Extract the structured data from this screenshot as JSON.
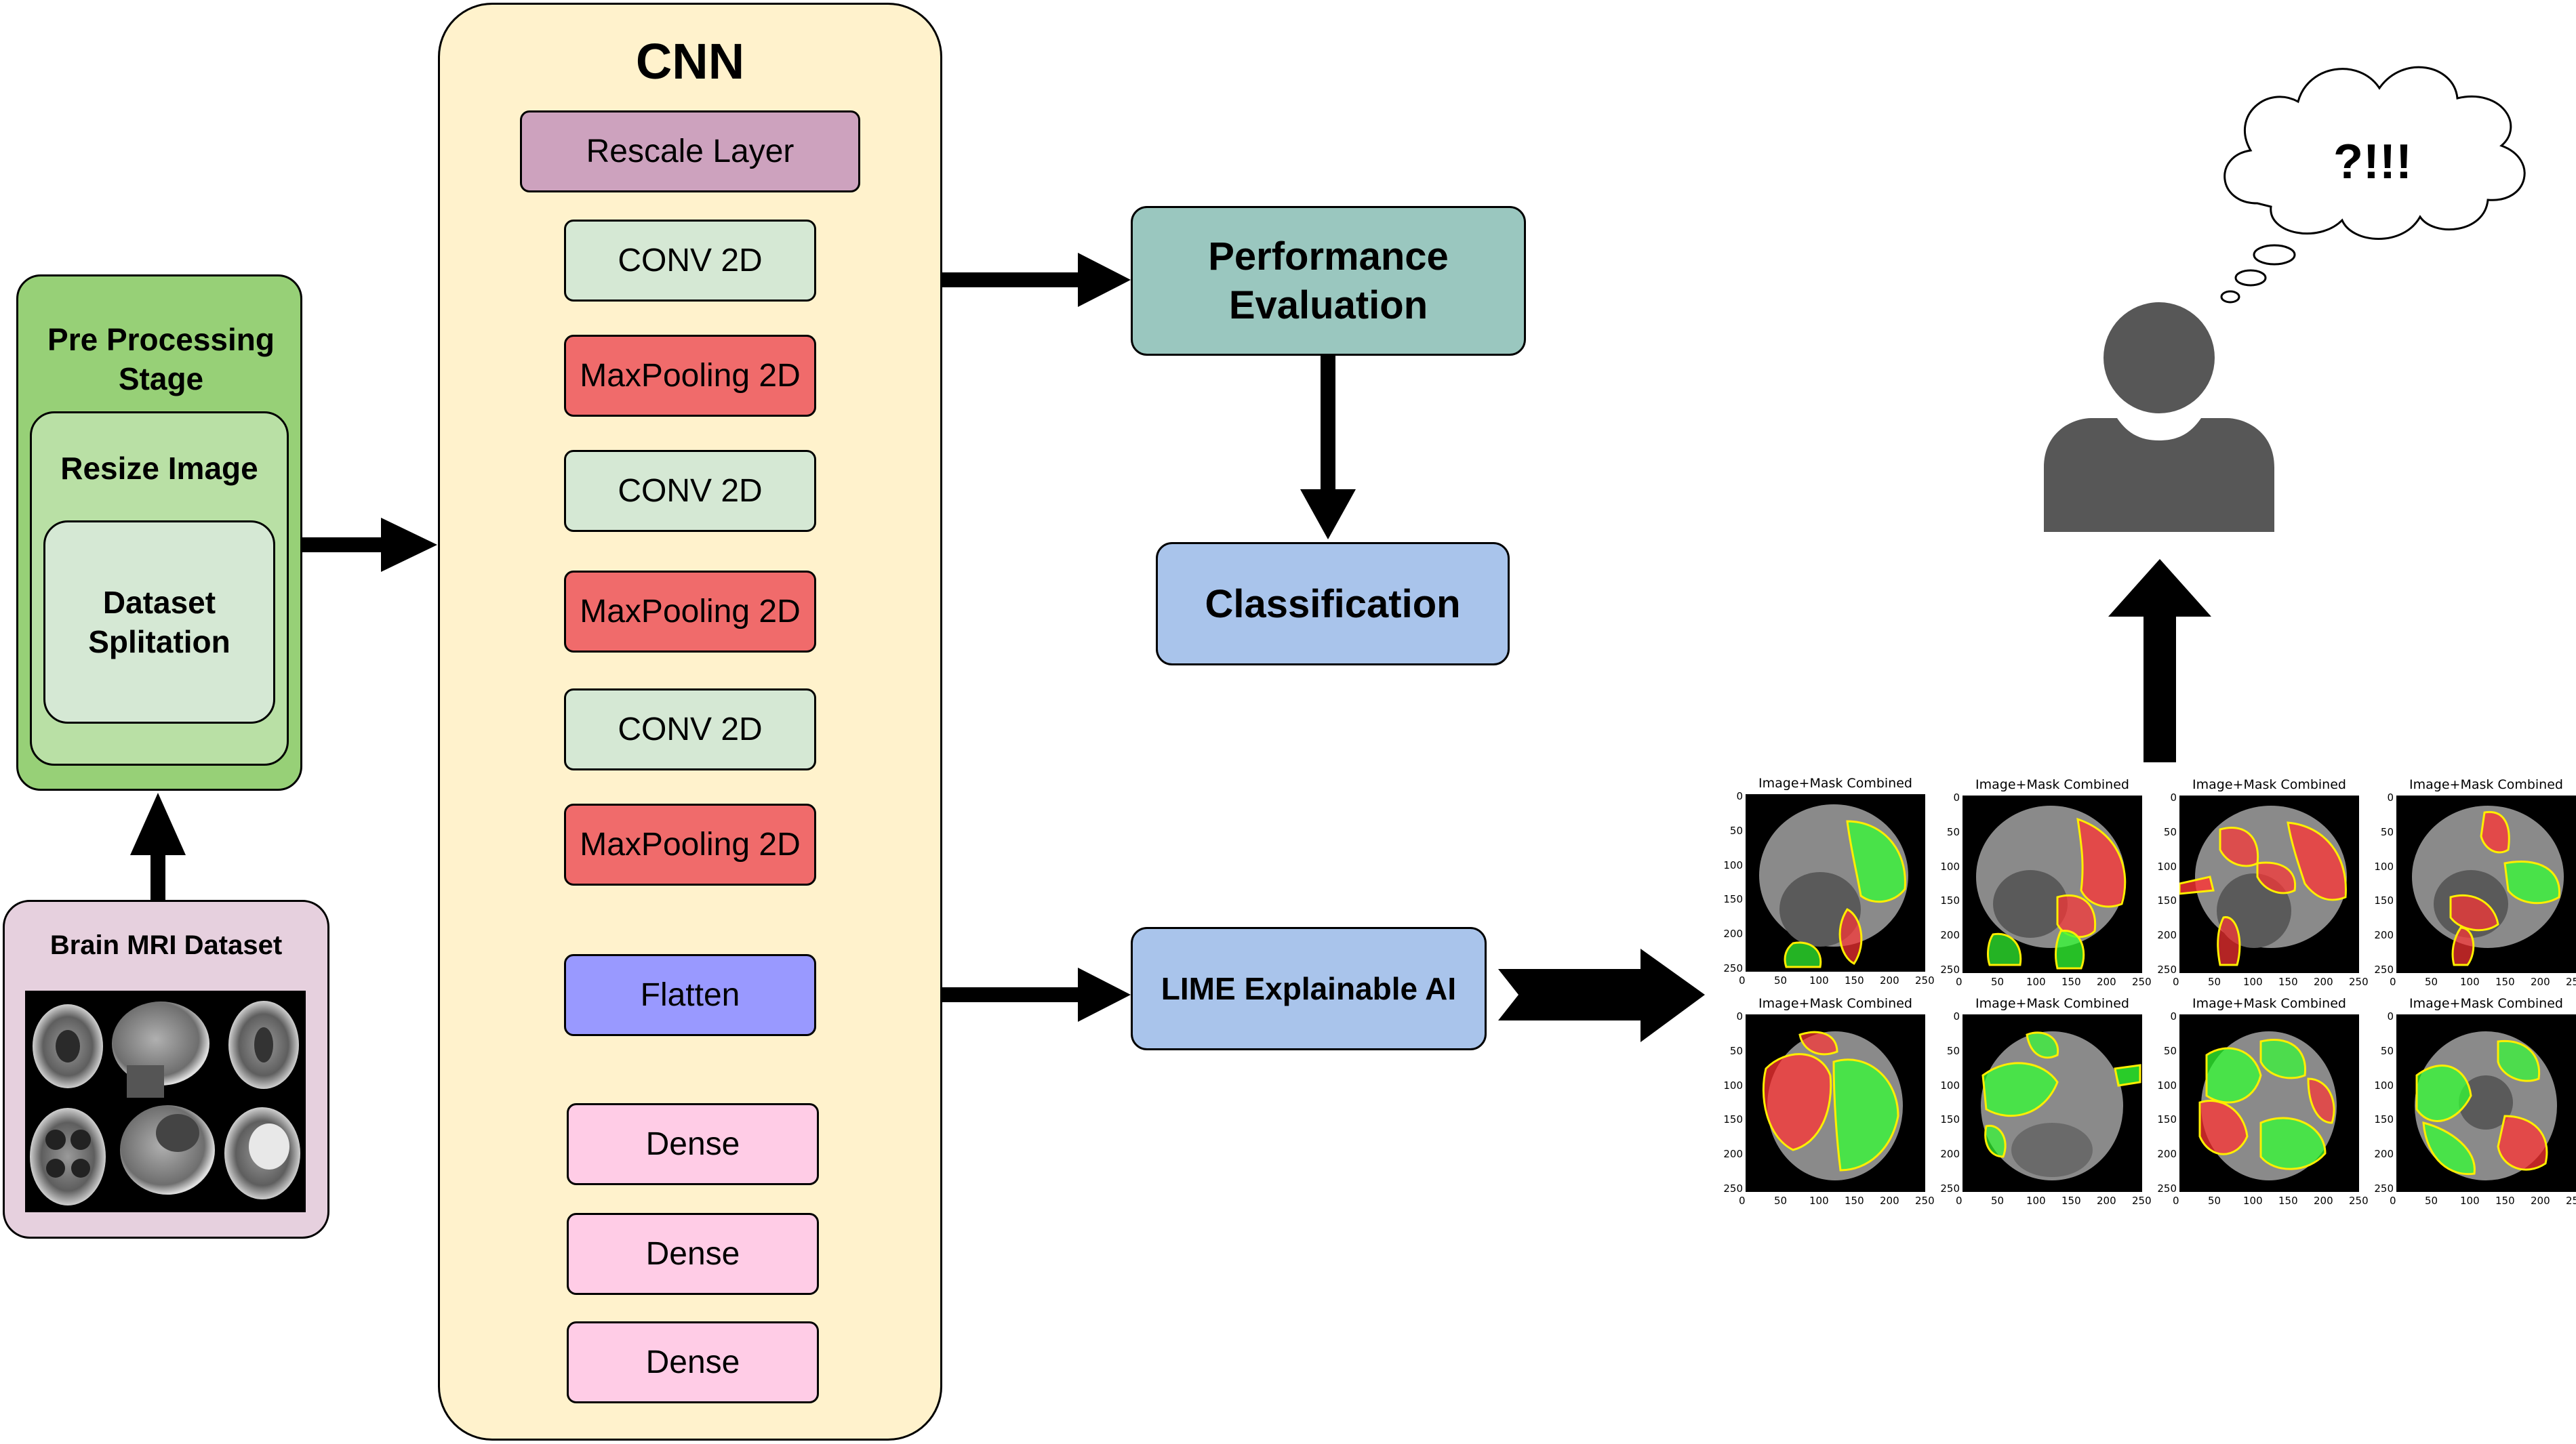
{
  "preprocessing": {
    "title": "Pre Processing Stage",
    "resize": "Resize Image",
    "split": "Dataset Splitation",
    "color_outer": "#97d077",
    "color_inner": "#b9e0a5"
  },
  "dataset": {
    "title": "Brain MRI Dataset",
    "color": "#e6d0de"
  },
  "cnn": {
    "title": "CNN",
    "color": "#fff2cc",
    "layers": [
      {
        "label": "Rescale Layer",
        "color": "#cda2be"
      },
      {
        "label": "CONV 2D",
        "color": "#d5e8d4"
      },
      {
        "label": "MaxPooling 2D",
        "color": "#f06b6b"
      },
      {
        "label": "CONV 2D",
        "color": "#d5e8d4"
      },
      {
        "label": "MaxPooling 2D",
        "color": "#f06b6b"
      },
      {
        "label": "CONV 2D",
        "color": "#d5e8d4"
      },
      {
        "label": "MaxPooling 2D",
        "color": "#f06b6b"
      },
      {
        "label": "Flatten",
        "color": "#9999ff"
      },
      {
        "label": "Dense",
        "color": "#ffcce6"
      },
      {
        "label": "Dense",
        "color": "#ffcce6"
      },
      {
        "label": "Dense",
        "color": "#ffcce6"
      }
    ]
  },
  "performance": {
    "label": "Performance Evaluation",
    "color": "#9ac7bf"
  },
  "classification": {
    "label": "Classification",
    "color": "#a9c4eb"
  },
  "lime": {
    "label": "LIME Explainable AI",
    "color": "#a9c4eb"
  },
  "thought": {
    "text": "?!!!"
  },
  "lime_results": {
    "panel_title": "Image+Mask Combined",
    "x_ticks": [
      "0",
      "50",
      "100",
      "150",
      "200",
      "250"
    ],
    "y_ticks": [
      "0",
      "50",
      "100",
      "150",
      "200",
      "250"
    ],
    "mask_colors": {
      "positive": "#33ff33",
      "negative": "#ff3333",
      "boundary": "#ffee00"
    }
  },
  "icons": {
    "user": "user-icon",
    "thought": "thought-bubble-icon"
  }
}
